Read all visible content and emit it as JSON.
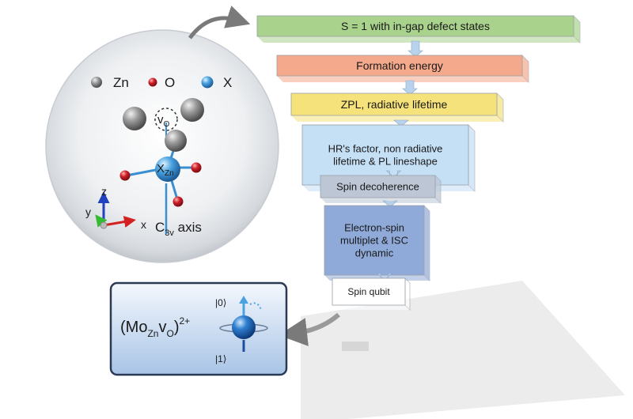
{
  "legend": {
    "zn": "Zn",
    "o": "O",
    "x": "X"
  },
  "molecule": {
    "vacancy": "v",
    "vacancy_sub": "O",
    "center": "X",
    "center_sub": "Zn",
    "axis_label": "C",
    "axis_sub": "3v",
    "axis_suffix": " axis",
    "coord_x": "x",
    "coord_y": "y",
    "coord_z": "z"
  },
  "steps": [
    {
      "line1": "S = 1 with in-gap defect states",
      "line2": "",
      "line3": "",
      "color": "#a9d28c"
    },
    {
      "line1": "Formation energy",
      "line2": "",
      "line3": "",
      "color": "#f4a98c"
    },
    {
      "line1": "ZPL,  radiative lifetime",
      "line2": "",
      "line3": "",
      "color": "#f5e27a"
    },
    {
      "line1": "HR's factor,  non radiative",
      "line2": "lifetime & PL lineshape",
      "line3": "",
      "color": "#c5dff5"
    },
    {
      "line1": "Spin decoherence",
      "line2": "",
      "line3": "",
      "color": "#bcc6d4"
    },
    {
      "line1": "Electron-spin",
      "line2": "multiplet & ISC",
      "line3": "dynamic",
      "color": "#8fa9d8"
    },
    {
      "line1": "Spin qubit",
      "line2": "",
      "line3": "",
      "color": "#ffffff"
    }
  ],
  "qubit": {
    "formula_open": "(Mo",
    "formula_sub1": "Zn",
    "formula_mid": "v",
    "formula_sub2": "O",
    "formula_close": ")",
    "charge": "2+",
    "state0": "|0⟩",
    "state1": "|1⟩"
  },
  "colors": {
    "zn_atom": "#8a8a8a",
    "o_atom": "#d0202a",
    "x_atom": "#4aa3e0",
    "arrow_up": "#4aa3e0",
    "axis_x": "#d42020",
    "axis_y": "#33bb33",
    "axis_z": "#2040c0"
  }
}
